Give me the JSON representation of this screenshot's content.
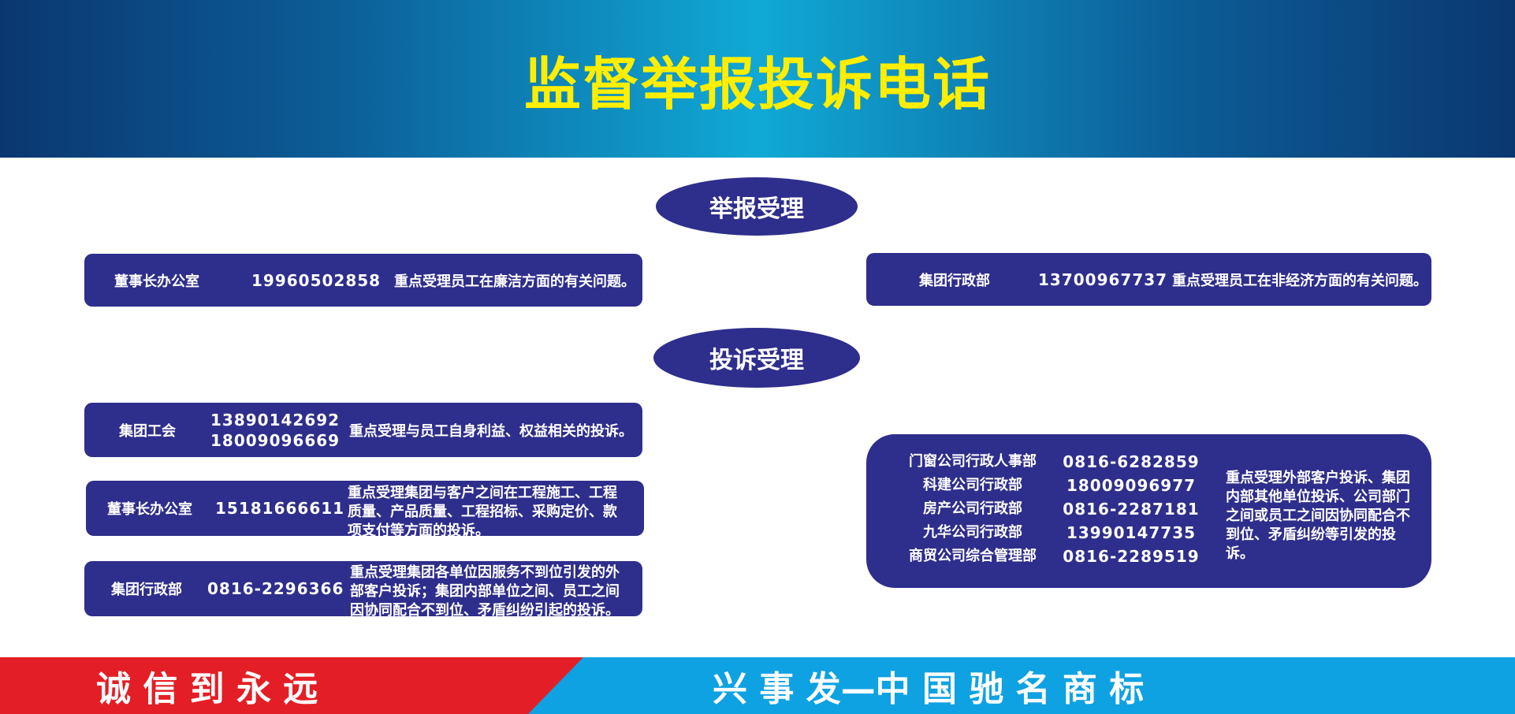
{
  "header": {
    "title": "监督举报投诉电话"
  },
  "sections": {
    "report": {
      "title": "举报受理",
      "left": {
        "dept": "董事长办公室",
        "phone": "19960502858",
        "desc": "重点受理员工在廉洁方面的有关问题。"
      },
      "right": {
        "dept": "集团行政部",
        "phone": "13700967737",
        "desc": "重点受理员工在非经济方面的有关问题。"
      }
    },
    "complaint": {
      "title": "投诉受理",
      "rows": [
        {
          "dept": "集团工会",
          "phones": [
            "13890142692",
            "18009096669"
          ],
          "desc": [
            "重点受理与员工自身利益、权益相关的投诉。"
          ]
        },
        {
          "dept": "董事长办公室",
          "phones": [
            "15181666611"
          ],
          "desc": [
            "重点受理集团与客户之间在工程施工、工程",
            "质量、产品质量、工程招标、采购定价、款",
            "项支付等方面的投诉。"
          ]
        },
        {
          "dept": "集团行政部",
          "phones": [
            "0816-2296366"
          ],
          "desc": [
            "重点受理集团各单位因服务不到位引发的外",
            "部客户投诉；集团内部单位之间、员工之间",
            "因协同配合不到位、矛盾纠纷引起的投诉。"
          ]
        }
      ],
      "right": {
        "depts": [
          "门窗公司行政人事部",
          "科建公司行政部",
          "房产公司行政部",
          "九华公司行政部",
          "商贸公司综合管理部"
        ],
        "phones": [
          "0816-6282859",
          "18009096977",
          "0816-2287181",
          "13990147735",
          "0816-2289519"
        ],
        "desc": [
          "重点受理外部客户投诉、集团",
          "内部其他单位投诉、公司部门",
          "之间或员工之间因协同配合不",
          "到位、矛盾纠纷等引发的投",
          "诉。"
        ]
      }
    }
  },
  "footer": {
    "left": "诚 信 到 永 远",
    "right": "兴 事 发—中 国 驰 名 商 标"
  },
  "colors": {
    "header_title": "#ffee00",
    "card": "#2e2e8c",
    "footer_red": "#e41e26",
    "footer_blue": "#0ea2e2"
  }
}
